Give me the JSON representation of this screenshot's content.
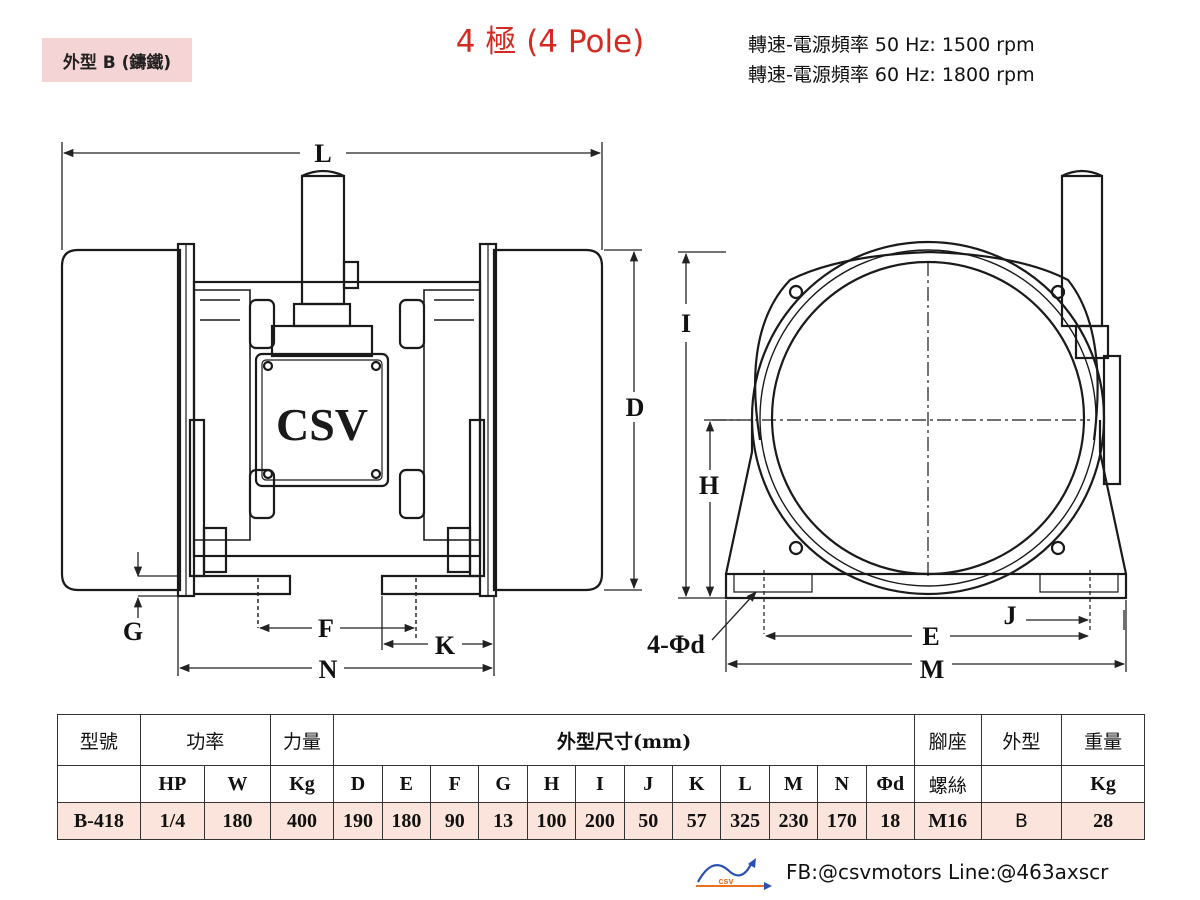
{
  "header": {
    "badge": "外型 B (鑄鐵)",
    "title": "4  極 (4 Pole)",
    "speed_50hz": "轉速-電源頻率 50 Hz: 1500 rpm",
    "speed_60hz": "轉速-電源頻率 60 Hz: 1800 rpm"
  },
  "drawing": {
    "brand_label": "CSV",
    "side_view_labels": {
      "L": "L",
      "D": "D",
      "I": "I",
      "G": "G",
      "F": "F",
      "K": "K",
      "N": "N"
    },
    "front_view_labels": {
      "H": "H",
      "J": "J",
      "E": "E",
      "M": "M",
      "hole": "4-Φd"
    }
  },
  "table": {
    "header_row1": {
      "model": "型號",
      "power": "功率",
      "force": "力量",
      "dimensions": "外型尺寸(mm)",
      "foot": "腳座",
      "shape": "外型",
      "weight": "重量"
    },
    "header_row2": {
      "hp": "HP",
      "w": "W",
      "kg": "Kg",
      "cols": [
        "D",
        "E",
        "F",
        "G",
        "H",
        "I",
        "J",
        "K",
        "L",
        "M",
        "N",
        "Φd"
      ],
      "screw": "螺絲",
      "weight_unit": "Kg"
    },
    "rows": [
      {
        "model": "B-418",
        "hp": "1/4",
        "w": "180",
        "force": "400",
        "dims": [
          "190",
          "180",
          "90",
          "13",
          "100",
          "200",
          "50",
          "57",
          "325",
          "230",
          "170",
          "18"
        ],
        "screw": "M16",
        "shape": "B",
        "weight": "28"
      }
    ]
  },
  "footer": {
    "logo_text": "csv",
    "contact": "FB:@csvmotors  Line:@463axscr",
    "accent_orange": "#e8701e",
    "accent_blue": "#2a4fb5"
  }
}
